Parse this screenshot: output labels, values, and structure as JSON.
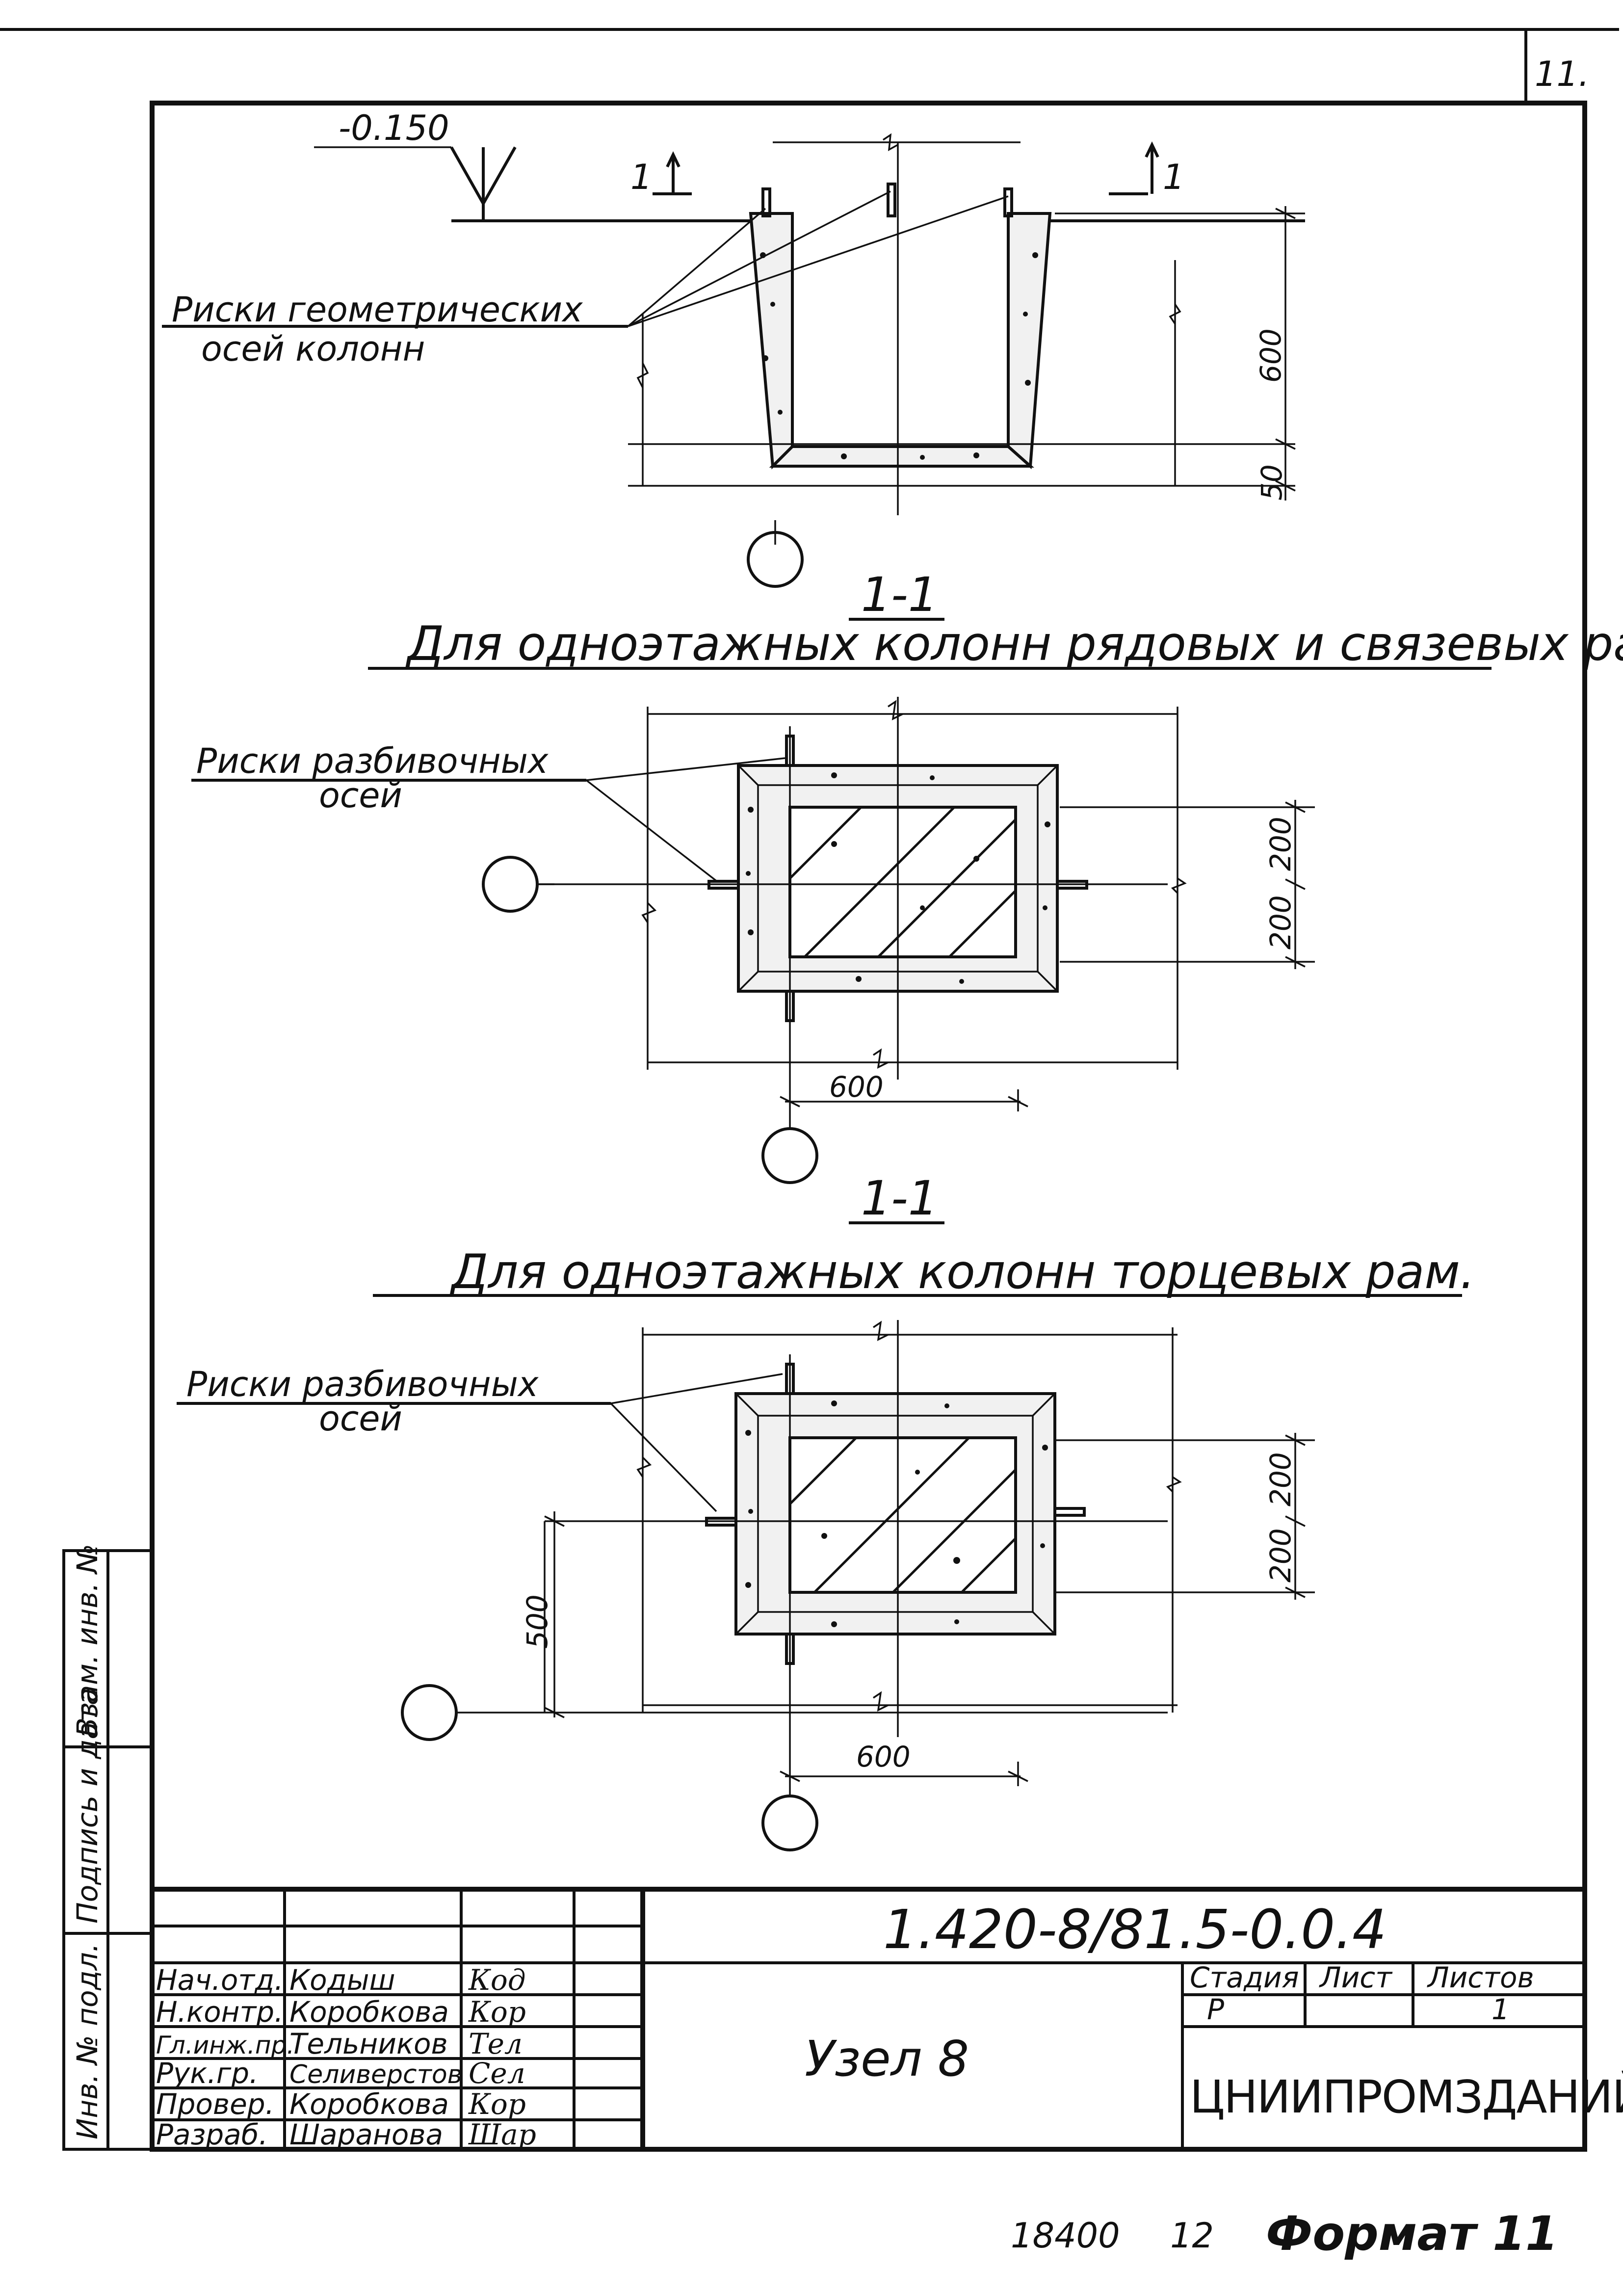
{
  "sheet_number": "11.",
  "elevation_mark": "-0.150",
  "cut_mark": "1",
  "section": {
    "leader_label_line1": "Риски геометрических",
    "leader_label_line2": "осей колонн",
    "dim_height": "600",
    "dim_bottom": "50"
  },
  "plan1": {
    "section_title": "1-1",
    "caption": "Для одноэтажных колонн рядовых и связевых рам.",
    "leader_label_line1": "Риски разбивочных",
    "leader_label_line2": "осей",
    "dim_upper": "200",
    "dim_lower": "200",
    "dim_width": "600"
  },
  "plan2": {
    "section_title": "1-1",
    "caption": "Для одноэтажных колонн торцевых рам.",
    "leader_label_line1": "Риски разбивочных",
    "leader_label_line2": "осей",
    "dim_upper": "200",
    "dim_lower": "200",
    "dim_offset": "500",
    "dim_width": "600"
  },
  "side_stamp": {
    "cell_top": "Взам. инв. №",
    "cell_mid": "Подпись и дата",
    "cell_bot": "Инв. № подл."
  },
  "title_block": {
    "code": "1.420-8/81.5-0.0.4",
    "title": "Узел 8",
    "organization": "ЦНИИПРОМЗДАНИЙ",
    "col_stage": "Стадия",
    "col_sheet": "Лист",
    "col_sheets": "Листов",
    "stage_value": "Р",
    "sheets_value": "1",
    "rows": [
      {
        "role": "Нач.отд.",
        "name": "Кодыш",
        "sign": "Код"
      },
      {
        "role": "Н.контр.",
        "name": "Коробкова",
        "sign": "Кор"
      },
      {
        "role": "Гл.инж.пр.",
        "name": "Тельников",
        "sign": "Тел"
      },
      {
        "role": "Рук.гр.",
        "name": "Селиверстов",
        "sign": "Сел"
      },
      {
        "role": "Провер.",
        "name": "Коробкова",
        "sign": "Кор"
      },
      {
        "role": "Разраб.",
        "name": "Шаранова",
        "sign": "Шар"
      }
    ]
  },
  "footer": {
    "number": "18400",
    "page": "12",
    "format": "Формат 11"
  }
}
